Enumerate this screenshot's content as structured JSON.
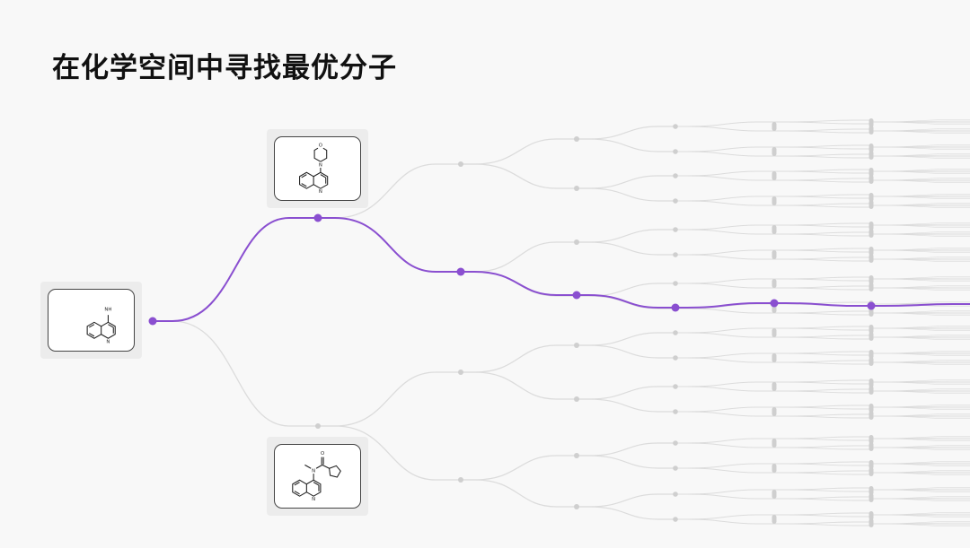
{
  "title": "在化学空间中寻找最优分子",
  "colors": {
    "highlight": "#8a4fd0",
    "branch": "#dcdcdc",
    "node": "#cfcfcf",
    "background": "#f8f8f8"
  },
  "molecules": {
    "start": {
      "atom_labels": [
        "NH",
        "N"
      ]
    },
    "upper": {
      "atom_labels": [
        "O",
        "N",
        "N"
      ]
    },
    "lower": {
      "atom_labels": [
        "O",
        "N",
        "N"
      ]
    }
  }
}
